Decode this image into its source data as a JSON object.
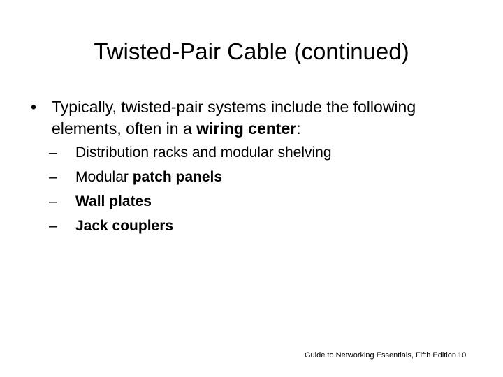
{
  "slide": {
    "title": "Twisted-Pair Cable (continued)",
    "bullet": {
      "marker": "•",
      "line1": "Typically, twisted-pair systems include the following",
      "line2_pre": "elements, often in a ",
      "line2_bold": "wiring center",
      "line2_post": ":"
    },
    "subitems": [
      {
        "dash": "–",
        "pre": "Distribution racks and modular shelving",
        "bold": "",
        "post": ""
      },
      {
        "dash": "–",
        "pre": "Modular ",
        "bold": "patch panels",
        "post": ""
      },
      {
        "dash": "–",
        "pre": "",
        "bold": "Wall plates",
        "post": ""
      },
      {
        "dash": "–",
        "pre": "",
        "bold": "Jack couplers",
        "post": ""
      }
    ],
    "footer": "Guide to Networking Essentials, Fifth Edition",
    "page_number": "10"
  }
}
